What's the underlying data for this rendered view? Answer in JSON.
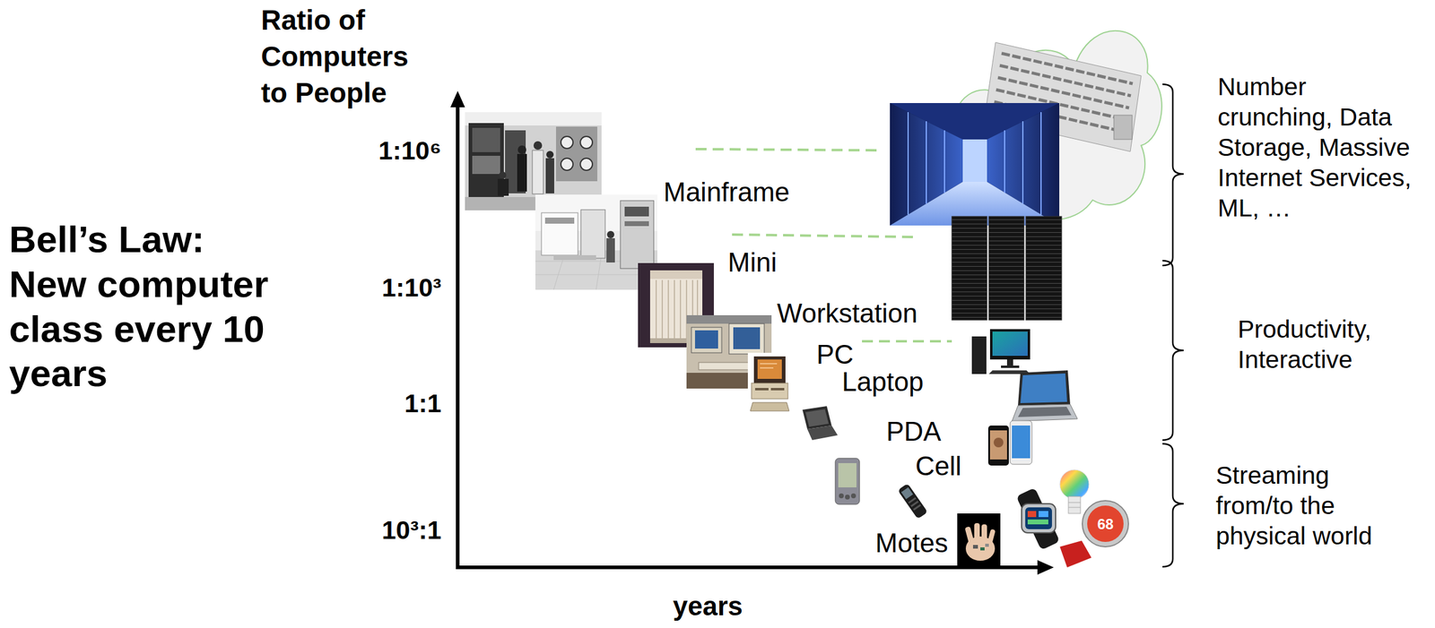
{
  "diagram": {
    "title": "Bell’s Law: New computer class every 10 years",
    "labels": [
      "Ratio of Computers to People",
      "1:10⁶",
      "1:10³",
      "1:1",
      "10³:1",
      "years",
      "Mainframe",
      "Mini",
      "Workstation",
      "PC",
      "Laptop",
      "PDA",
      "Cell",
      "Motes",
      "68",
      "Number crunching, Data Storage, Massive Internet Services, ML, …",
      "Productivity, Interactive",
      "Streaming from/to the physical world"
    ]
  }
}
